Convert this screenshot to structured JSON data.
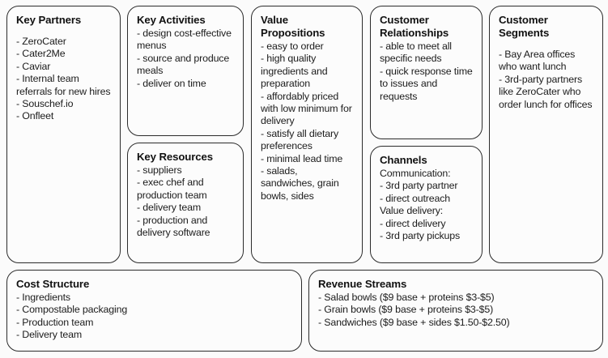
{
  "canvas": {
    "type": "business-model-canvas",
    "background_color": "#fbfbfb",
    "card_background_color": "#fcfcfc",
    "border_color": "#2b2b2b",
    "text_color": "#1c1c1c"
  },
  "blocks": {
    "key_partners": {
      "title": "Key Partners",
      "items": [
        "- ZeroCater",
        "- Cater2Me",
        "- Caviar",
        "- Internal team referrals for new hires",
        "- Souschef.io",
        "- Onfleet"
      ]
    },
    "key_activities": {
      "title": "Key Activities",
      "items": [
        "- design cost-effective menus",
        "- source and produce meals",
        "- deliver on time"
      ]
    },
    "key_resources": {
      "title": "Key Resources",
      "items": [
        "- suppliers",
        "- exec chef and production team",
        "- delivery team",
        "- production and delivery software"
      ]
    },
    "value_propositions": {
      "title": "Value Propositions",
      "items": [
        "- easy to order",
        "- high quality ingredients and preparation",
        "- affordably priced with low minimum for delivery",
        "- satisfy all dietary preferences",
        "- minimal lead time",
        "- salads, sandwiches, grain bowls, sides"
      ]
    },
    "customer_relationships": {
      "title": "Customer Relationships",
      "items": [
        "- able to meet all specific needs",
        "- quick response time to issues and requests"
      ]
    },
    "channels": {
      "title": "Channels",
      "communication_label": "Communication:",
      "communication_items": [
        "- 3rd party partner",
        "- direct outreach"
      ],
      "value_delivery_label": "Value delivery:",
      "value_delivery_items": [
        "- direct delivery",
        "- 3rd party pickups"
      ]
    },
    "customer_segments": {
      "title": "Customer Segments",
      "items": [
        "- Bay Area offices who want lunch",
        "- 3rd-party partners like ZeroCater who order lunch for offices"
      ]
    },
    "cost_structure": {
      "title": "Cost Structure",
      "items": [
        "- Ingredients",
        "- Compostable packaging",
        "- Production team",
        "- Delivery team"
      ]
    },
    "revenue_streams": {
      "title": "Revenue Streams",
      "items": [
        "- Salad bowls ($9 base + proteins $3-$5)",
        "- Grain bowls ($9 base + proteins $3-$5)",
        "- Sandwiches ($9 base + sides $1.50-$2.50)"
      ]
    }
  }
}
